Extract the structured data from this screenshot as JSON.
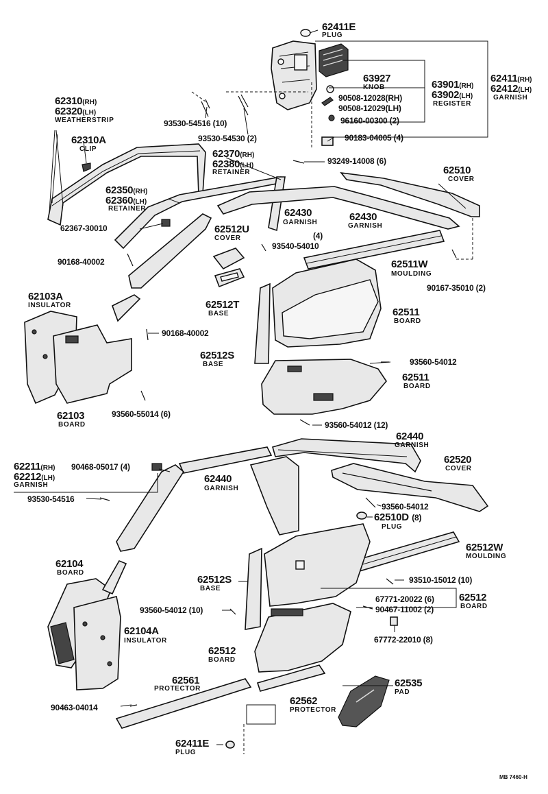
{
  "labels": {
    "p62411E_top": {
      "num": "62411E",
      "name": "PLUG"
    },
    "p62310": {
      "num1": "62310",
      "sfx1": "(RH)",
      "num2": "62320",
      "sfx2": "(LH)",
      "name": "WEATHERSTRIP"
    },
    "p62310A": {
      "num": "62310A",
      "name": "CLIP"
    },
    "p93530_54516_a": {
      "code": "93530-54516 (10)"
    },
    "p93530_54530": {
      "code": "93530-54530 (2)"
    },
    "p63927": {
      "num": "63927",
      "name": "KNOB"
    },
    "p90508": {
      "code1": "90508-12028(RH)",
      "code2": "90508-12029(LH)"
    },
    "p96160": {
      "code": "96160-00300 (2)"
    },
    "p90183": {
      "code": "90183-04005 (4)"
    },
    "p93249": {
      "code": "93249-14008 (6)"
    },
    "p63901": {
      "num1": "63901",
      "sfx1": "(RH)",
      "num2": "63902",
      "sfx2": "(LH)",
      "name": "REGISTER"
    },
    "p62411": {
      "num1": "62411",
      "sfx1": "(RH)",
      "num2": "62412",
      "sfx2": "(LH)",
      "name": "GARNISH"
    },
    "p62370": {
      "num1": "62370",
      "sfx1": "(RH)",
      "num2": "62380",
      "sfx2": "(LH)",
      "name": "RETAINER"
    },
    "p62350": {
      "num1": "62350",
      "sfx1": "(RH)",
      "num2": "62360",
      "sfx2": "(LH)",
      "name": "RETAINER"
    },
    "p62510": {
      "num": "62510",
      "name": "COVER"
    },
    "p62367": {
      "code": "62367-30010"
    },
    "p62430_a": {
      "num": "62430",
      "name": "GARNISH"
    },
    "p62430_b": {
      "num": "62430",
      "name": "GARNISH"
    },
    "p62512U": {
      "num": "62512U",
      "name": "COVER"
    },
    "p93540": {
      "code": "93540-54010",
      "qty": "(4)"
    },
    "p90168_a": {
      "code": "90168-40002"
    },
    "p62511W": {
      "num": "62511W",
      "name": "MOULDING"
    },
    "p90167": {
      "code": "90167-35010 (2)"
    },
    "p62103A": {
      "num": "62103A",
      "name": "INSULATOR"
    },
    "p62512T": {
      "num": "62512T",
      "name": "BASE"
    },
    "p62511_a": {
      "num": "62511",
      "name": "BOARD"
    },
    "p90168_b": {
      "code": "90168-40002"
    },
    "p62512S_a": {
      "num": "62512S",
      "name": "BASE"
    },
    "p93560_54012_a": {
      "code": "93560-54012"
    },
    "p62511_b": {
      "num": "62511",
      "name": "BOARD"
    },
    "p62103": {
      "num": "62103",
      "name": "BOARD"
    },
    "p93560_55014": {
      "code": "93560-55014 (6)"
    },
    "p93560_54012_12": {
      "code": "93560-54012 (12)"
    },
    "p62440_a": {
      "num": "62440",
      "name": "GARNISH"
    },
    "p62520": {
      "num": "62520",
      "name": "COVER"
    },
    "p62211": {
      "num1": "62211",
      "sfx1": "(RH)",
      "num2": "62212",
      "sfx2": "(LH)",
      "name": "GARNISH"
    },
    "p90468": {
      "code": "90468-05017 (4)"
    },
    "p62440_b": {
      "num": "62440",
      "name": "GARNISH"
    },
    "p93530_54516_b": {
      "code": "93530-54516"
    },
    "p93560_54012_b": {
      "code": "93560-54012"
    },
    "p62510D": {
      "num": "62510D",
      "qty": "(8)",
      "name": "PLUG"
    },
    "p62512W": {
      "num": "62512W",
      "name": "MOULDING"
    },
    "p62104": {
      "num": "62104",
      "name": "BOARD"
    },
    "p62512S_b": {
      "num": "62512S",
      "name": "BASE"
    },
    "p93510": {
      "code": "93510-15012 (10)"
    },
    "p67771": {
      "code1": "67771-20022 (6)",
      "code2": "90467-11002 (2)"
    },
    "p62512_a": {
      "num": "62512",
      "name": "BOARD"
    },
    "p93560_54012_10": {
      "code": "93560-54012 (10)"
    },
    "p62104A": {
      "num": "62104A",
      "name": "INSULATOR"
    },
    "p62512_b": {
      "num": "62512",
      "name": "BOARD"
    },
    "p67772": {
      "code": "67772-22010 (8)"
    },
    "p62561": {
      "num": "62561",
      "name": "PROTECTOR"
    },
    "p62535": {
      "num": "62535",
      "name": "PAD"
    },
    "p62562": {
      "num": "62562",
      "name": "PROTECTOR"
    },
    "p90463": {
      "code": "90463-04014"
    },
    "p62411E_bot": {
      "num": "62411E",
      "name": "PLUG"
    }
  },
  "footer": {
    "ref": "MB 7460-H"
  }
}
